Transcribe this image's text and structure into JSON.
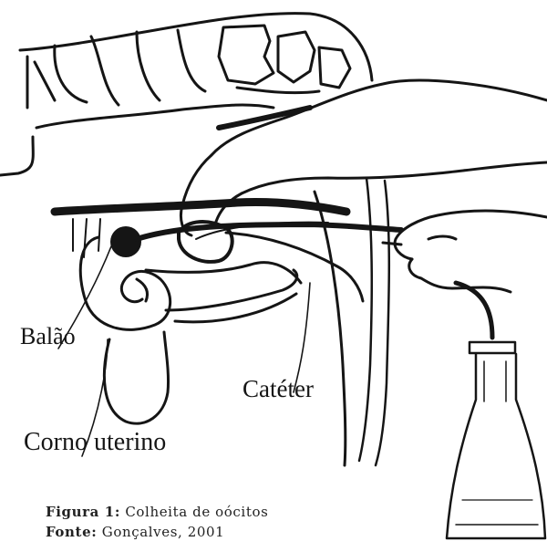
{
  "diagram": {
    "labels": {
      "balao": "Balão",
      "cateter": "Catéter",
      "corno_uterino": "Corno uterino"
    }
  },
  "caption": {
    "figure_label": "Figura 1:",
    "figure_text": "Colheita de oócitos",
    "source_label": "Fonte:",
    "source_text": "Gonçalves, 2001"
  },
  "colors": {
    "ink": "#151515",
    "background": "#ffffff"
  }
}
